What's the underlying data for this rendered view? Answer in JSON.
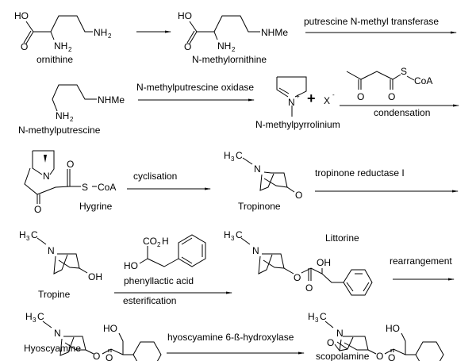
{
  "compounds": {
    "ornithine": {
      "name": "ornithine",
      "atoms": [
        "HO",
        "O",
        "NH",
        "2",
        "NH",
        "2"
      ]
    },
    "n_methylornithine": {
      "name": "N-methylornithine",
      "atoms": [
        "HO",
        "O",
        "NH",
        "2",
        "NHMe"
      ]
    },
    "n_methylputrescine": {
      "name": "N-methylputrescine",
      "atoms": [
        "NHMe",
        "NH",
        "2"
      ]
    },
    "n_methylpyrrolinium": {
      "name": "N-methylpyrrolinium",
      "atoms": [
        "N",
        "+"
      ]
    },
    "counterion": {
      "atoms": [
        "X",
        "-"
      ],
      "plus": "+"
    },
    "acetoacetyl_coa": {
      "atoms": [
        "O",
        "O",
        "S",
        "CoA"
      ]
    },
    "hygrine": {
      "name": "Hygrine",
      "atoms": [
        "N",
        "O",
        "O",
        "S",
        "CoA"
      ]
    },
    "tropinone": {
      "name": "Tropinone",
      "atoms": [
        "H",
        "3",
        "C",
        "N",
        "O"
      ]
    },
    "tropine": {
      "name": "Tropine",
      "atoms": [
        "H",
        "3",
        "C",
        "N",
        "OH"
      ]
    },
    "phenyllactic_acid": {
      "name": "phenyllactic acid",
      "atoms": [
        "CO",
        "2",
        "H",
        "HO"
      ]
    },
    "littorine": {
      "name": "Littorine",
      "atoms": [
        "H",
        "3",
        "C",
        "N",
        "O",
        "O",
        "OH"
      ]
    },
    "hyoscyamine": {
      "name": "Hyoscyamine",
      "atoms": [
        "H",
        "3",
        "C",
        "N",
        "O",
        "O",
        "HO"
      ]
    },
    "scopolamine": {
      "name": "scopolamine",
      "atoms": [
        "H",
        "3",
        "C",
        "N",
        "O",
        "O",
        "O",
        "HO"
      ]
    }
  },
  "reactions": {
    "step1": "",
    "step2": "putrescine N-methyl transferase",
    "step3": "N-methylputrescine oxidase",
    "step4": "condensation",
    "step5": "cyclisation",
    "step6": "tropinone reductase I",
    "step7": "esterification",
    "step8": "rearrangement",
    "step9": "hyoscyamine 6-ß-hydroxylase"
  },
  "colors": {
    "line": "#000000",
    "background": "#ffffff"
  }
}
